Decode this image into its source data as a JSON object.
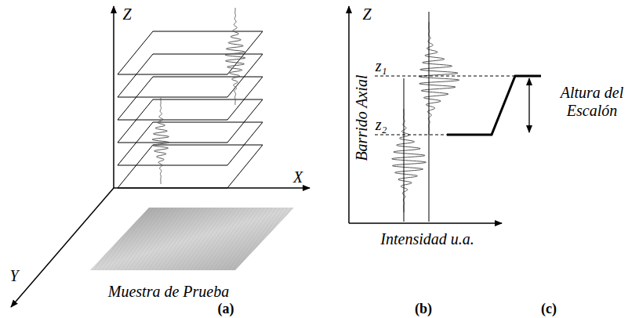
{
  "diagram": {
    "labels": [
      "Z",
      "X",
      "Y",
      "Muestra de Prueba",
      "(a)",
      "Z",
      "z₁",
      "z₂",
      "Barrido Axial",
      "Intensidad u.a.",
      "Altura del Escalón",
      "(b)",
      "(c)"
    ]
  }
}
